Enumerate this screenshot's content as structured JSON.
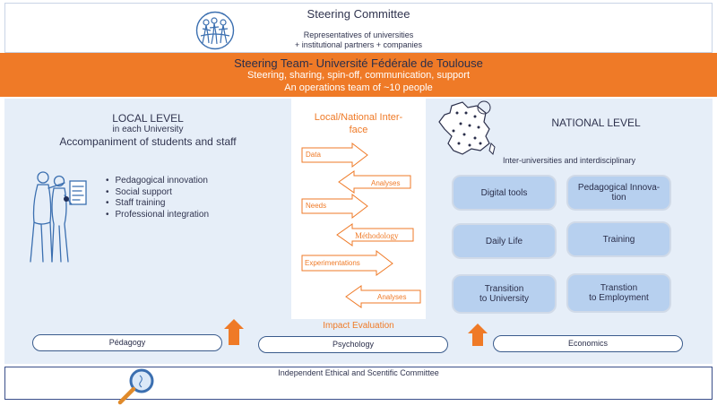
{
  "committee": {
    "title": "Steering Committee",
    "line1": "Representatives of universities",
    "line2": "+ institutional partners + companies",
    "logo_icon": "committee-people-logo"
  },
  "team": {
    "title": "Steering Team- Université Fédérale de Toulouse",
    "line1": "Steering, sharing, spin-off, communication, support",
    "line2": "An operations team of ~10 people"
  },
  "local": {
    "title": "LOCAL LEVEL",
    "sub1": "in each University",
    "sub2": "Accompaniment of students and staff",
    "items": [
      "Pedagogical innovation",
      "Social support",
      "Staff training",
      "Professional integration"
    ],
    "icon": "people-presentation-icon"
  },
  "interface": {
    "title_line1": "Local/National Inter-",
    "title_line2": "face",
    "arrows": [
      {
        "label": "Data",
        "direction": "right"
      },
      {
        "label": "Analyses",
        "direction": "left"
      },
      {
        "label": "Needs",
        "direction": "right"
      },
      {
        "label": "Méthodology",
        "direction": "left"
      },
      {
        "label": "Experimentations",
        "direction": "right"
      },
      {
        "label": "Analyses",
        "direction": "left"
      }
    ]
  },
  "national": {
    "title": "NATIONAL LEVEL",
    "sub": "Inter-universities and interdisciplinary",
    "map_icon": "france-map-icon",
    "boxes": [
      {
        "line1": "Digital tools",
        "line2": ""
      },
      {
        "line1": "Pedagogical Innova-",
        "line2": "tion"
      },
      {
        "line1": "Daily Life",
        "line2": ""
      },
      {
        "line1": "Training",
        "line2": ""
      },
      {
        "line1": "Transition",
        "line2": "to University"
      },
      {
        "line1": "Transtion",
        "line2": "to Employment"
      }
    ]
  },
  "impact": {
    "title": "Impact Evaluation",
    "pills": [
      "Pédagogy",
      "Psychology",
      "Economics"
    ]
  },
  "ethics": {
    "title": "Independent Ethical and Scentific Committee",
    "icon": "magnifier-icon"
  },
  "colors": {
    "orange": "#ef7a27",
    "panel": "#e6eef8",
    "box": "#b7d0ef",
    "dark_text": "#2a2e4a",
    "border_blue": "#3a4f8a"
  }
}
